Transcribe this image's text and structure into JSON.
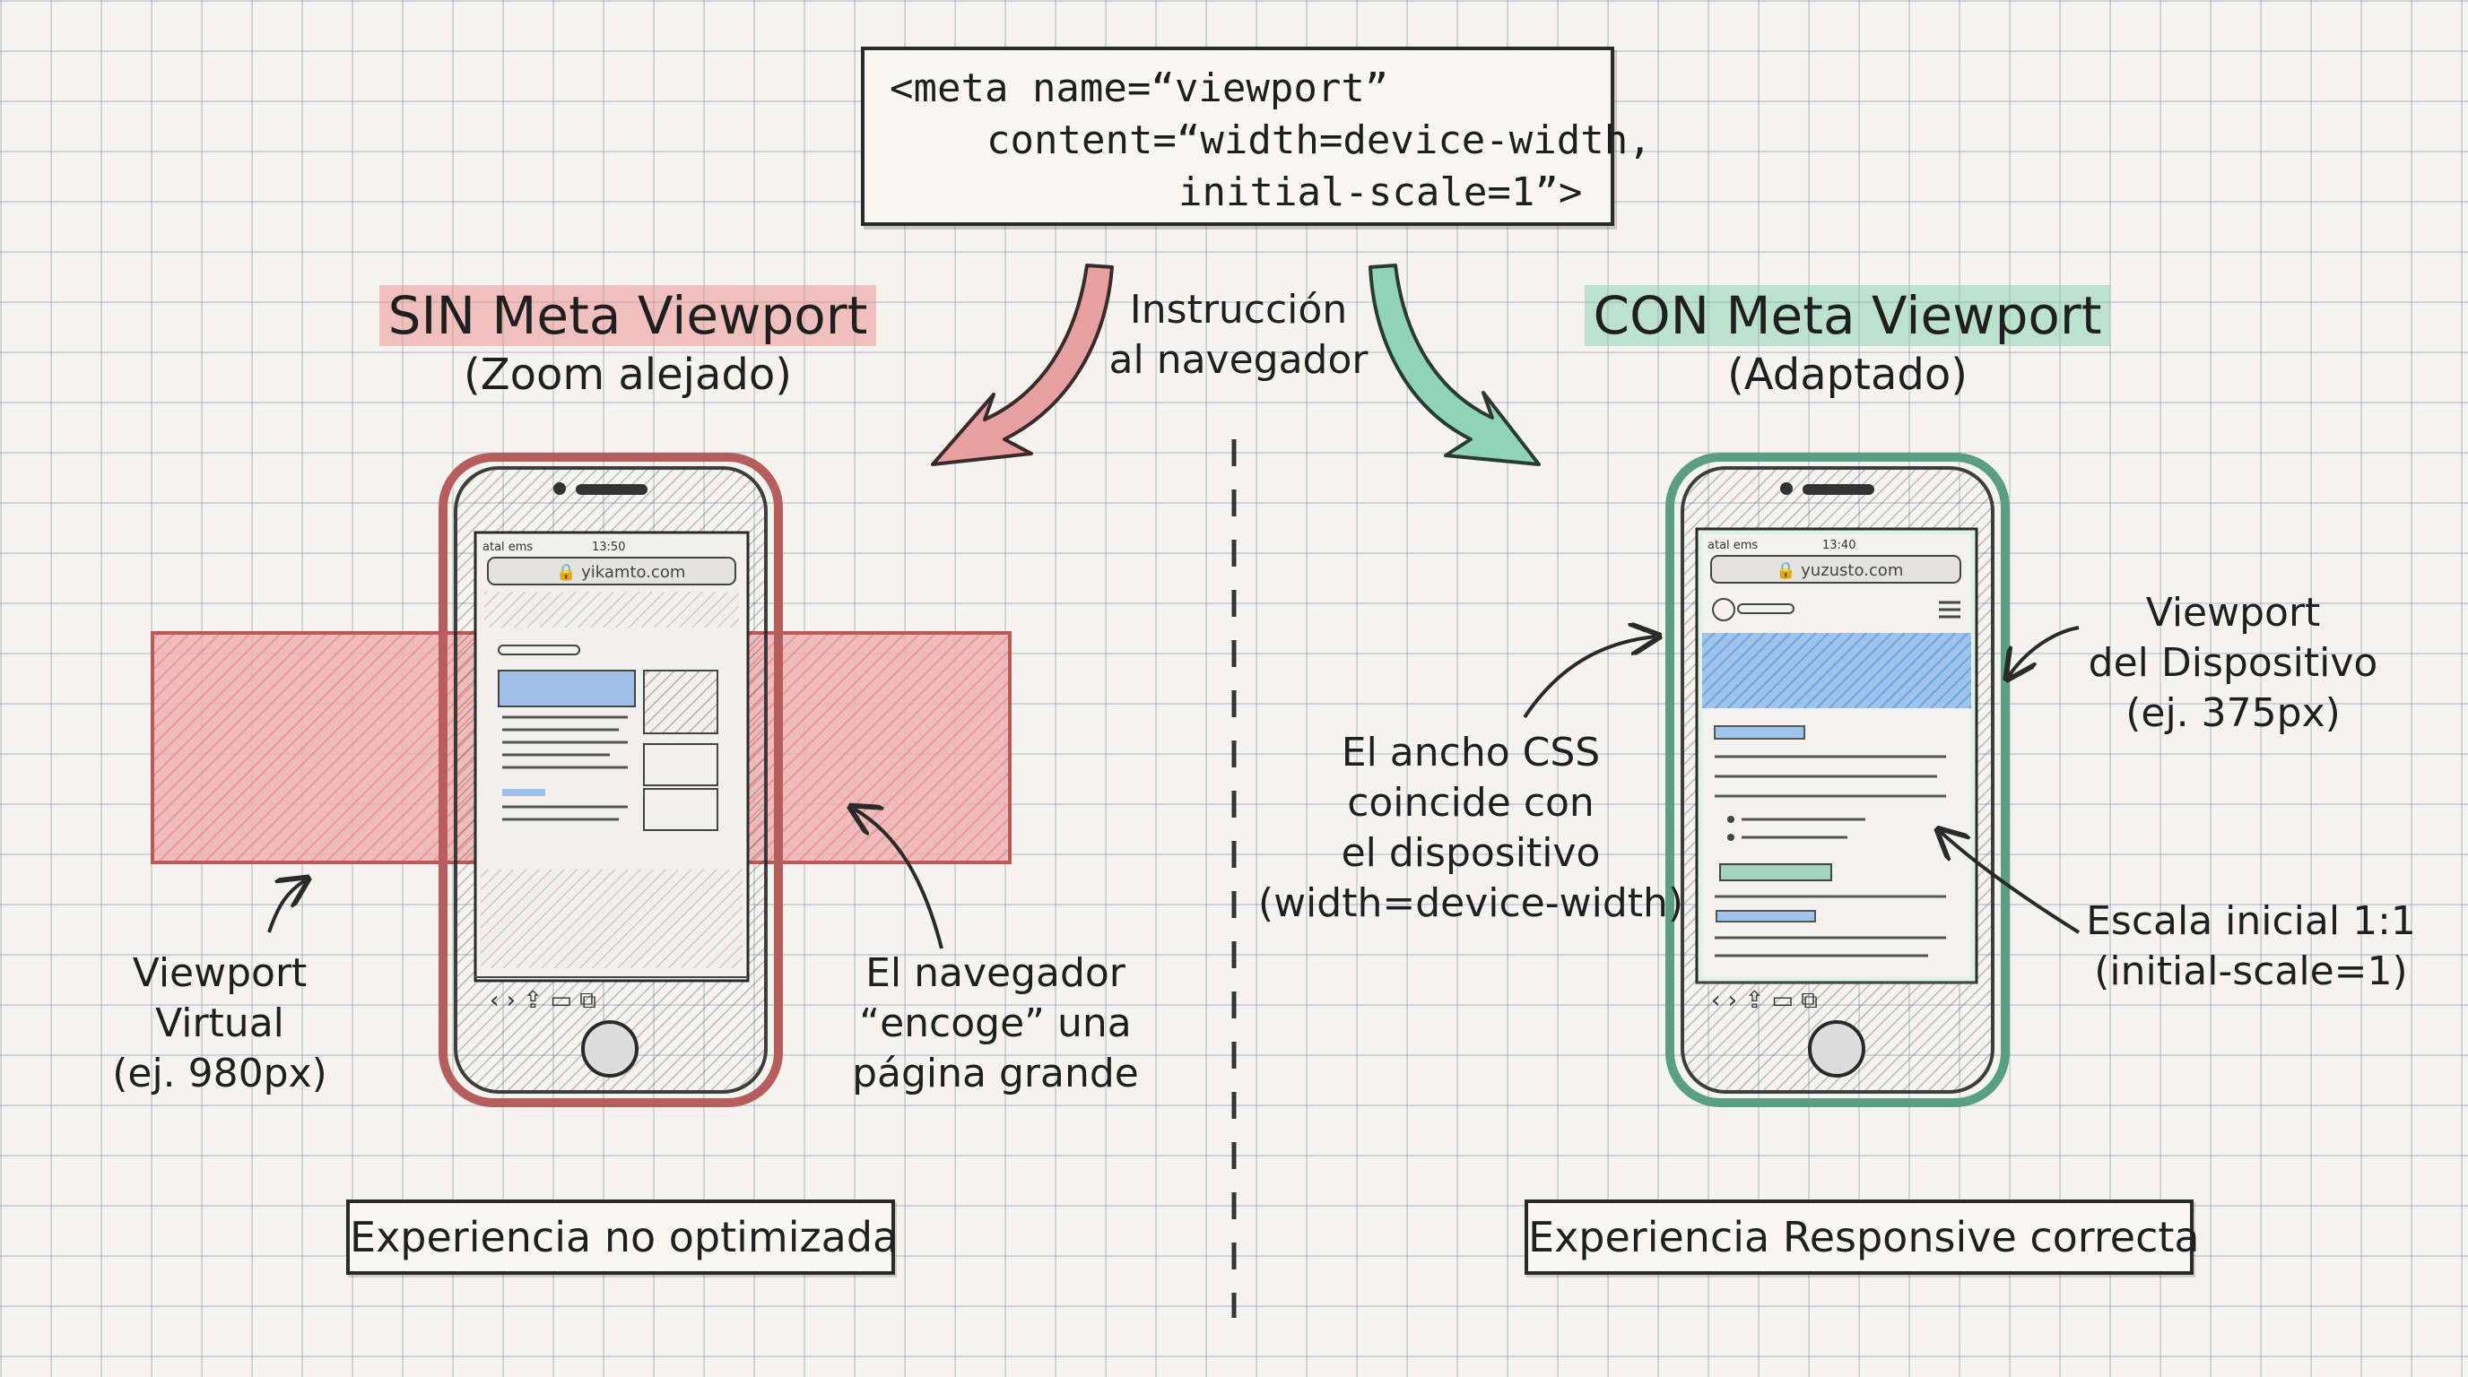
{
  "code_box": {
    "line1": "<meta name=“viewport”",
    "line2": "content=“width=device-width,",
    "line3": "initial-scale=1”>"
  },
  "center_label": {
    "line1": "Instrucción",
    "line2": "al navegador"
  },
  "left": {
    "title": "SIN Meta Viewport",
    "subtitle": "(Zoom alejado)",
    "phone": {
      "status_left": "atal ems",
      "status_time": "13:50",
      "url": "yikamto.com"
    },
    "virtual_label": {
      "line1": "Viewport",
      "line2": "Virtual",
      "line3": "(ej. 980px)"
    },
    "shrink_label": {
      "line1": "El navegador",
      "line2": "“encoge” una",
      "line3": "página grande"
    },
    "caption": "Experiencia no optimizada",
    "colors": {
      "accent": "#e58d8d",
      "phone_frame": "#c96b6b"
    }
  },
  "right": {
    "title": "CON Meta Viewport",
    "subtitle": "(Adaptado)",
    "phone": {
      "status_left": "atal ems",
      "status_time": "13:40",
      "url": "yuzusto.com"
    },
    "device_label": {
      "line1": "Viewport",
      "line2": "del Dispositivo",
      "line3": "(ej. 375px)"
    },
    "css_label": {
      "line1": "El ancho CSS",
      "line2": "coincide con",
      "line3": "el dispositivo",
      "line4": "(width=device-width)"
    },
    "scale_label": {
      "line1": "Escala inicial 1:1",
      "line2": "(initial-scale=1)"
    },
    "caption": "Experiencia Responsive correcta",
    "colors": {
      "accent": "#7fcfa9",
      "phone_frame": "#5a9e84",
      "header_band": "#7fb0e0"
    }
  }
}
